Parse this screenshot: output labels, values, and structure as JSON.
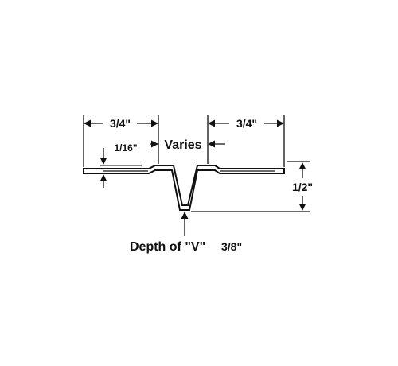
{
  "diagram": {
    "dimensions": {
      "left_width": "3/4\"",
      "right_width": "3/4\"",
      "lip_thickness": "1/16\"",
      "gap": "Varies",
      "total_height": "1/2\""
    },
    "depth_label": {
      "prefix": "Depth of \"V\"",
      "value": "3/8\""
    },
    "colors": {
      "line": "#111111",
      "background": "#ffffff"
    }
  }
}
